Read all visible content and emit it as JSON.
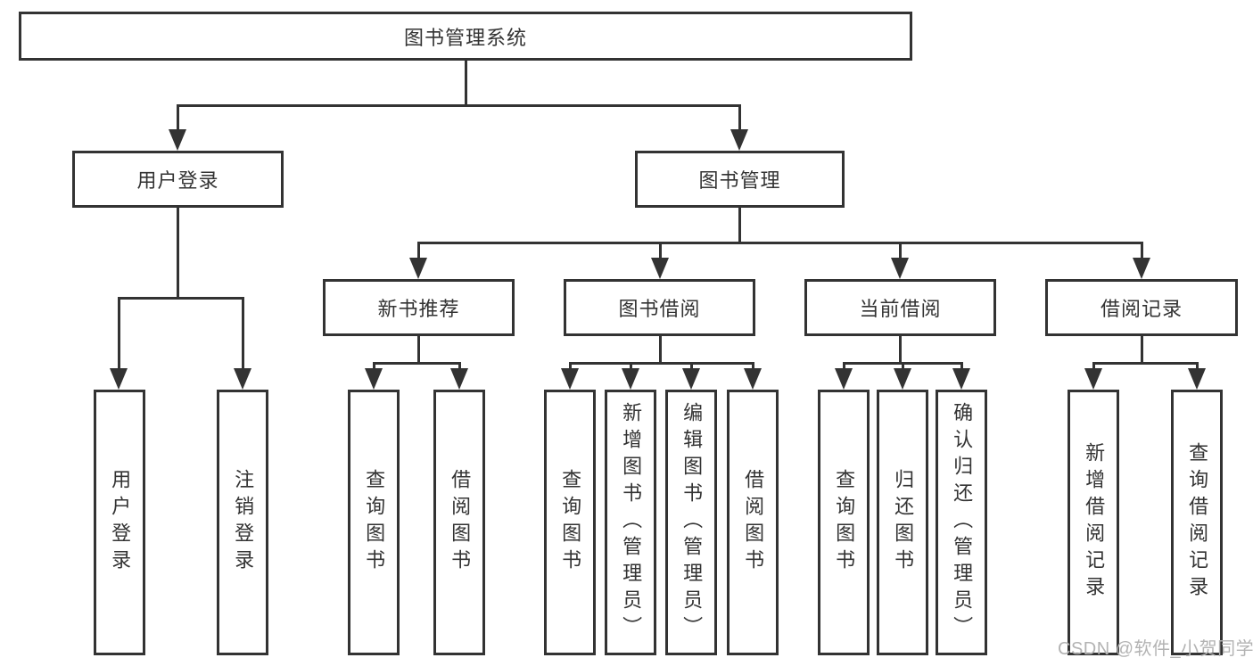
{
  "diagram": {
    "root": "图书管理系统",
    "level2": {
      "user_login": "用户登录",
      "book_mgmt": "图书管理"
    },
    "level3": {
      "new_book": "新书推荐",
      "book_borrow": "图书借阅",
      "current_borrow": "当前借阅",
      "borrow_record": "借阅记录"
    },
    "leaves": {
      "user_login": [
        "用户登录",
        "注销登录"
      ],
      "new_book": [
        "查询图书",
        "借阅图书"
      ],
      "book_borrow": [
        "查询图书",
        "新增图书（管理员）",
        "编辑图书（管理员）",
        "借阅图书"
      ],
      "current_borrow": [
        "查询图书",
        "归还图书",
        "确认归还（管理员）"
      ],
      "borrow_record": [
        "新增借阅记录",
        "查询借阅记录"
      ]
    }
  },
  "watermark": "CSDN @软件_小贺同学",
  "colors": {
    "line": "#333333",
    "text": "#333333",
    "watermark": "#b3b3b3",
    "background": "#ffffff"
  }
}
